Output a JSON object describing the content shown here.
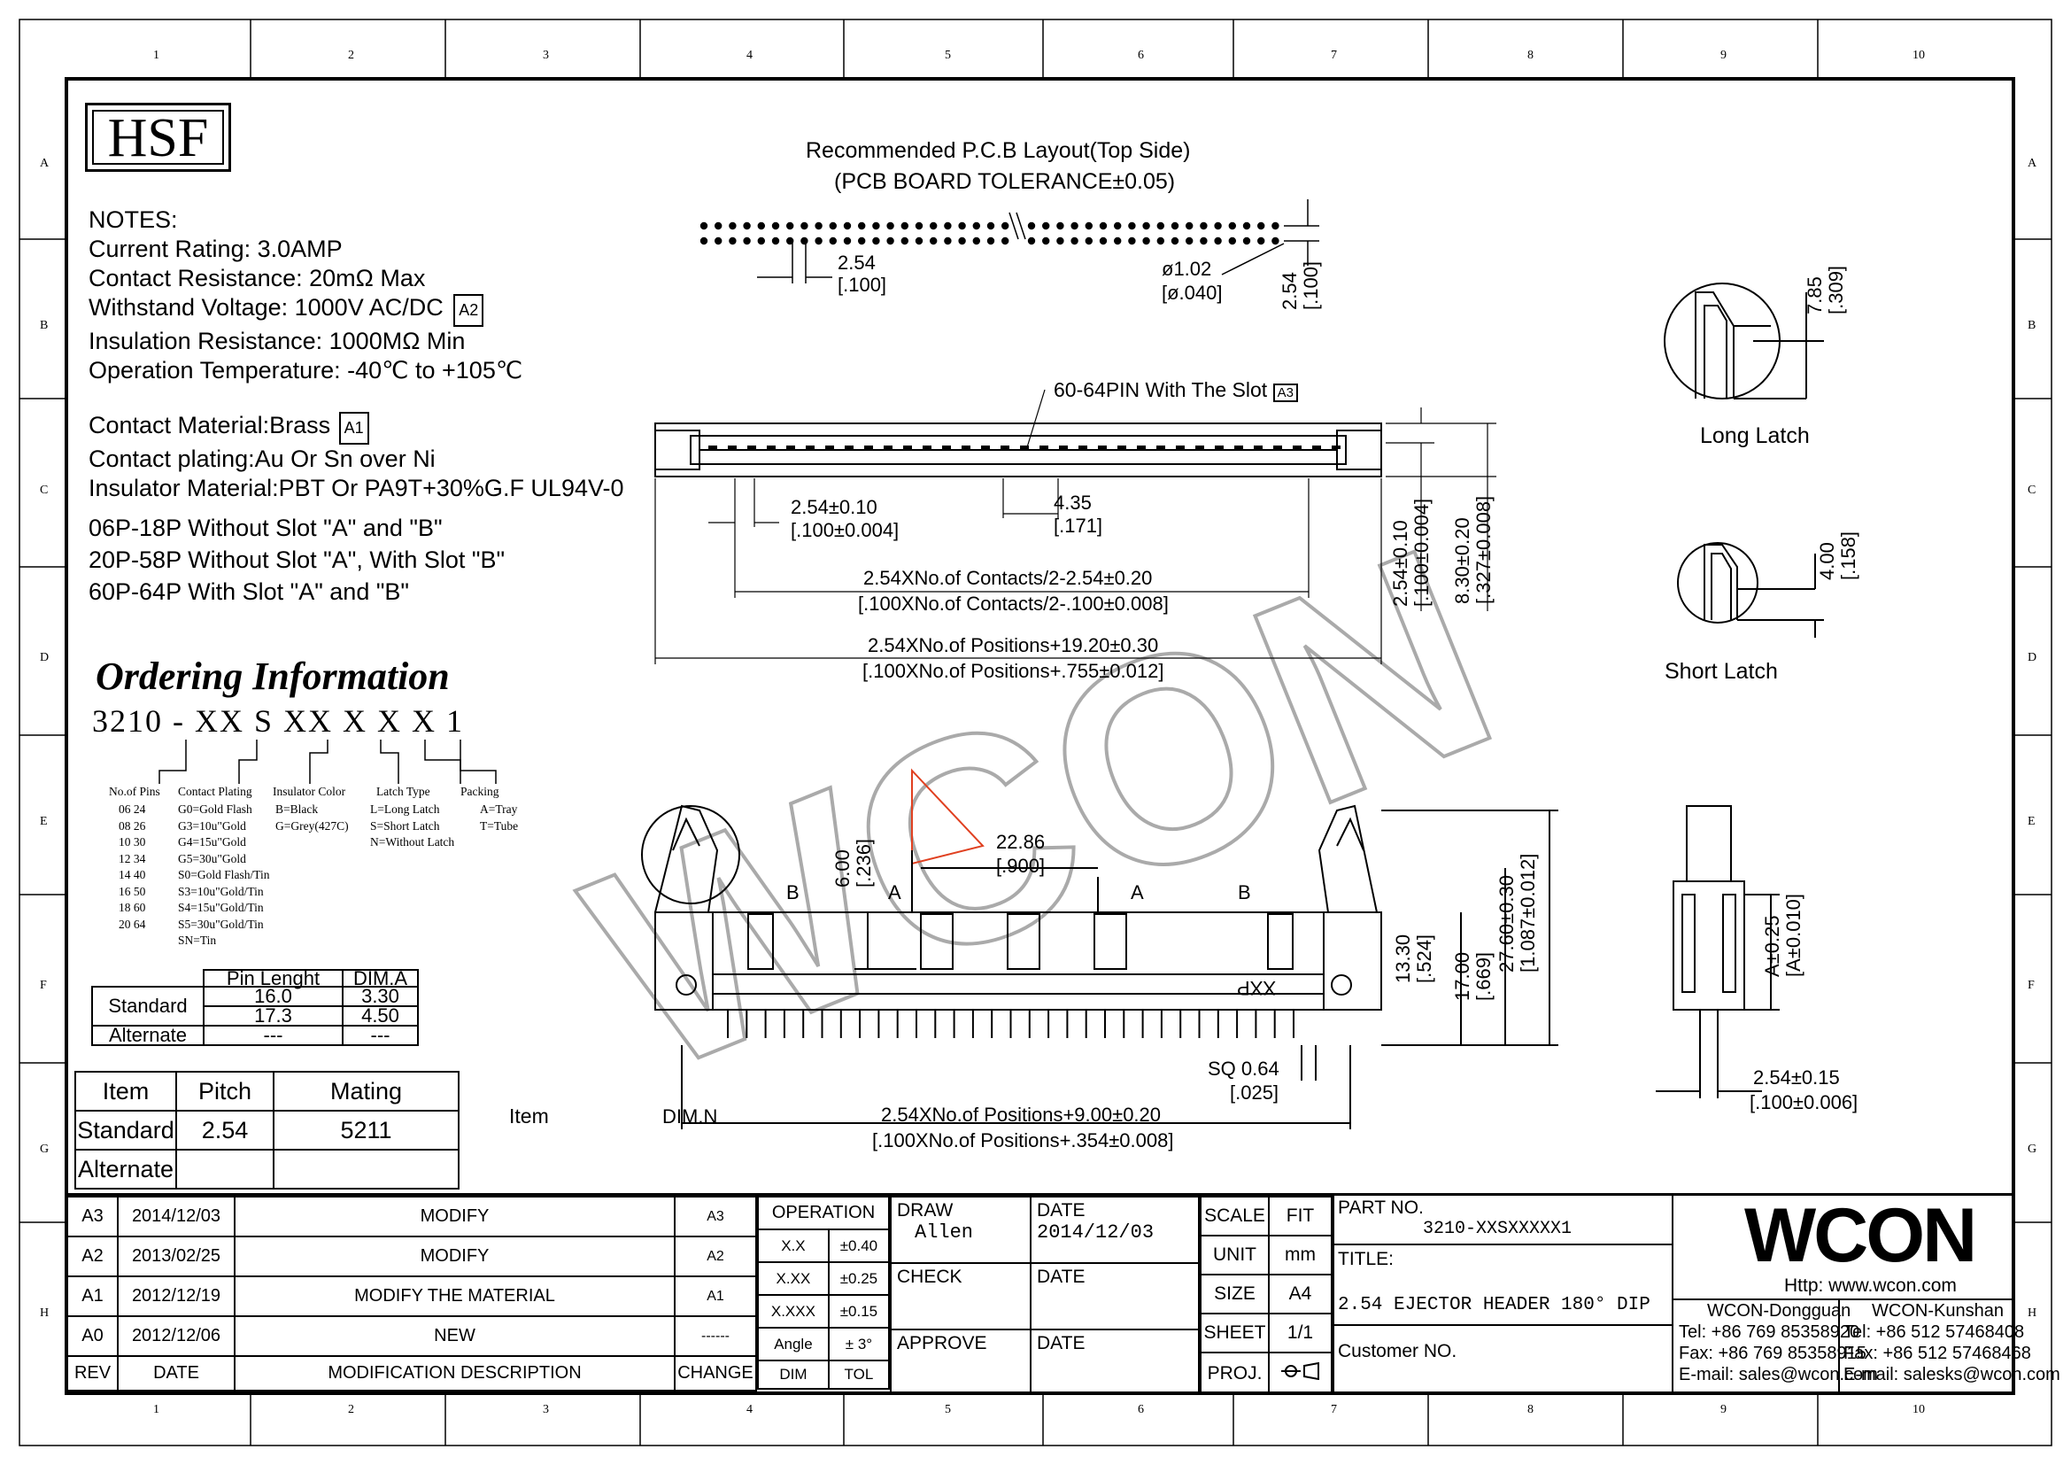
{
  "zones": {
    "cols": [
      "1",
      "2",
      "3",
      "4",
      "5",
      "6",
      "7",
      "8",
      "9",
      "10"
    ],
    "rows": [
      "A",
      "B",
      "C",
      "D",
      "E",
      "F",
      "G",
      "H"
    ]
  },
  "logo_box": "HSF",
  "notes": {
    "heading": "NOTES:",
    "lines": [
      "Current Rating: 3.0AMP",
      "Contact Resistance: 20mΩ Max",
      "Withstand Voltage: 1000V AC/DC",
      "Insulation Resistance: 1000MΩ Min",
      "Operation Temperature: -40℃ to +105℃"
    ],
    "material_lines": [
      "Contact Material:Brass",
      "Contact plating:Au Or Sn over Ni",
      "Insulator Material:PBT Or PA9T+30%G.F UL94V-0"
    ],
    "slot_lines": [
      "06P-18P Without Slot \"A\" and \"B\"",
      "20P-58P Without Slot \"A\", With Slot \"B\"",
      "60P-64P With Slot \"A\" and \"B\""
    ],
    "rev_marks": {
      "withstand": "A2",
      "material": "A1",
      "slot_callout": "A3"
    }
  },
  "ordering": {
    "title": "Ordering Information",
    "code": "3210 - XX S XX X X X 1",
    "headers": [
      "No.of Pins",
      "Contact Plating",
      "Insulator Color",
      "Latch Type",
      "Packing"
    ],
    "pins": [
      "06  24",
      "08  26",
      "10  30",
      "12  34",
      "14  40",
      "16  50",
      "18  60",
      "20  64"
    ],
    "plating": [
      "G0=Gold Flash",
      "G3=10u\"Gold",
      "G4=15u\"Gold",
      "G5=30u\"Gold",
      "S0=Gold Flash/Tin",
      "S3=10u\"Gold/Tin",
      "S4=15u\"Gold/Tin",
      "S5=30u\"Gold/Tin",
      "SN=Tin"
    ],
    "color": [
      "B=Black",
      "G=Grey(427C)"
    ],
    "latch": [
      "L=Long Latch",
      "S=Short Latch",
      "N=Without Latch"
    ],
    "packing": [
      "A=Tray",
      "T=Tube"
    ]
  },
  "pin_table": {
    "headers": [
      "Pin  Lenght",
      "DIM.A"
    ],
    "standard_label": "Standard",
    "alternate_label": "Alternate",
    "rows": [
      [
        "16.0",
        "3.30"
      ],
      [
        "17.3",
        "4.50"
      ],
      [
        "---",
        "---"
      ]
    ]
  },
  "item_table": {
    "headers": [
      "Item",
      "Pitch",
      "Mating"
    ],
    "rows": [
      [
        "Standard",
        "2.54",
        "5211"
      ],
      [
        "Alternate",
        "",
        ""
      ]
    ],
    "side_label": "Item"
  },
  "pcb": {
    "title": "Recommended P.C.B Layout(Top Side)",
    "subtitle": "(PCB BOARD TOLERANCE±0.05)",
    "pitch": "2.54",
    "pitch_in": "[.100]",
    "hole": "ø1.02",
    "hole_in": "[ø.040]",
    "row_pitch": "2.54",
    "row_pitch_in": "[.100]"
  },
  "top_view": {
    "slot_label": "60-64PIN With The Slot",
    "d1": "2.54±0.10",
    "d1_in": "[.100±0.004]",
    "d2": "4.35",
    "d2_in": "[.171]",
    "d3": "2.54XNo.of Contacts/2-2.54±0.20",
    "d3_in": "[.100XNo.of Contacts/2-.100±0.008]",
    "d4": "2.54XNo.of Positions+19.20±0.30",
    "d4_in": "[.100XNo.of Positions+.755±0.012]",
    "v1": "2.54±0.10",
    "v1_in": "[.100±0.004]",
    "v2": "8.30±0.20",
    "v2_in": "[.327±0.008]"
  },
  "latches": {
    "long_label": "Long Latch",
    "long_dim": "7.85",
    "long_dim_in": "[.309]",
    "short_label": "Short Latch",
    "short_dim": "4.00",
    "short_dim_in": "[.158]"
  },
  "front_view": {
    "d_a": "6.00",
    "d_a_in": "[.236]",
    "d_b": "22.86",
    "d_b_in": "[.900]",
    "v1": "13.30",
    "v1_in": "[.524]",
    "v2": "17.00",
    "v2_in": "[.669]",
    "v3": "27.60±0.30",
    "v3_in": "[1.087±0.012]",
    "sq": "SQ 0.64",
    "sq_in": "[.025]",
    "width": "2.54XNo.of Positions+9.00±0.20",
    "width_in": "[.100XNo.of Positions+.354±0.008]",
    "dim_n": "DIM.N",
    "slot_a": "A",
    "slot_b": "B",
    "mark": "XXP"
  },
  "side_view": {
    "dim_a": "A±0.25",
    "dim_a_in": "[A±0.010]",
    "pitch": "2.54±0.15",
    "pitch_in": "[.100±0.006]"
  },
  "watermark": "WCON",
  "title_block": {
    "revisions": [
      {
        "rev": "A3",
        "date": "2014/12/03",
        "desc": "MODIFY",
        "mark": "A3"
      },
      {
        "rev": "A2",
        "date": "2013/02/25",
        "desc": "MODIFY",
        "mark": "A2"
      },
      {
        "rev": "A1",
        "date": "2012/12/19",
        "desc": "MODIFY THE MATERIAL",
        "mark": "A1"
      },
      {
        "rev": "A0",
        "date": "2012/12/06",
        "desc": "NEW",
        "mark": "------"
      }
    ],
    "rev_header": {
      "rev": "REV",
      "date": "DATE",
      "desc": "MODIFICATION DESCRIPTION",
      "change": "CHANGE"
    },
    "operation": "OPERATION",
    "tolerances": [
      [
        "X.X",
        "±0.40"
      ],
      [
        "X.XX",
        "±0.25"
      ],
      [
        "X.XXX",
        "±0.15"
      ],
      [
        "Angle",
        "± 3°"
      ]
    ],
    "tol_header": [
      "DIM",
      "TOL"
    ],
    "draw_label": "DRAW",
    "draw_value": "Allen",
    "check_label": "CHECK",
    "approve_label": "APPROVE",
    "date_label": "DATE",
    "date_value": "2014/12/03",
    "scale_label": "SCALE",
    "scale_value": "FIT",
    "unit_label": "UNIT",
    "unit_value": "mm",
    "size_label": "SIZE",
    "size_value": "A4",
    "sheet_label": "SHEET",
    "sheet_value": "1/1",
    "proj_label": "PROJ.",
    "part_label": "PART NO.",
    "part_value": "3210-XXSXXXXX1",
    "title_label": "TITLE:",
    "title_value": "2.54 EJECTOR HEADER 180° DIP",
    "customer_label": "Customer NO.",
    "company": "WCON",
    "http": "Http: www.wcon.com",
    "dg_name": "WCON-Dongguan",
    "dg_tel": "Tel: +86 769 85358920",
    "dg_fax": "Fax: +86 769 85358915",
    "dg_mail": "E-mail: sales@wcon.com",
    "ks_name": "WCON-Kunshan",
    "ks_tel": "Tel: +86 512 57468408",
    "ks_fax": "Fax: +86 512 57468468",
    "ks_mail": "E-mail: salesks@wcon.com"
  }
}
